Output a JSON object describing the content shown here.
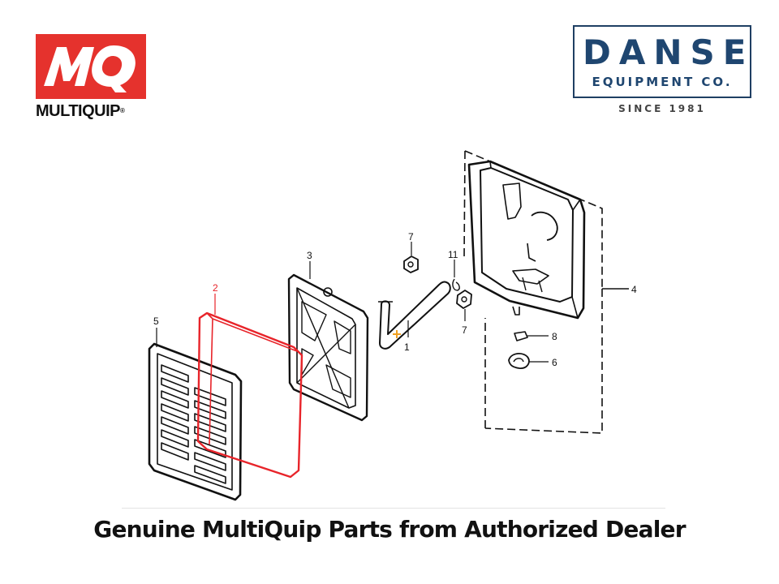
{
  "brand_left": {
    "wordmark": "MULTIQUIP",
    "registered": "®",
    "mark_text": "MQ",
    "color": "#e5322d"
  },
  "brand_right": {
    "name": "DANSE",
    "subtitle": "EQUIPMENT CO.",
    "since": "SINCE 1981",
    "color": "#1f4670"
  },
  "callouts": {
    "p1": "1",
    "p2": "2",
    "p3": "3",
    "p4": "4",
    "p5": "5",
    "p6": "6",
    "p7a": "7",
    "p7b": "7",
    "p8": "8",
    "p11": "11"
  },
  "highlight_color": "#e8242a",
  "footer": {
    "tagline": "Genuine MultiQuip Parts from Authorized Dealer"
  }
}
